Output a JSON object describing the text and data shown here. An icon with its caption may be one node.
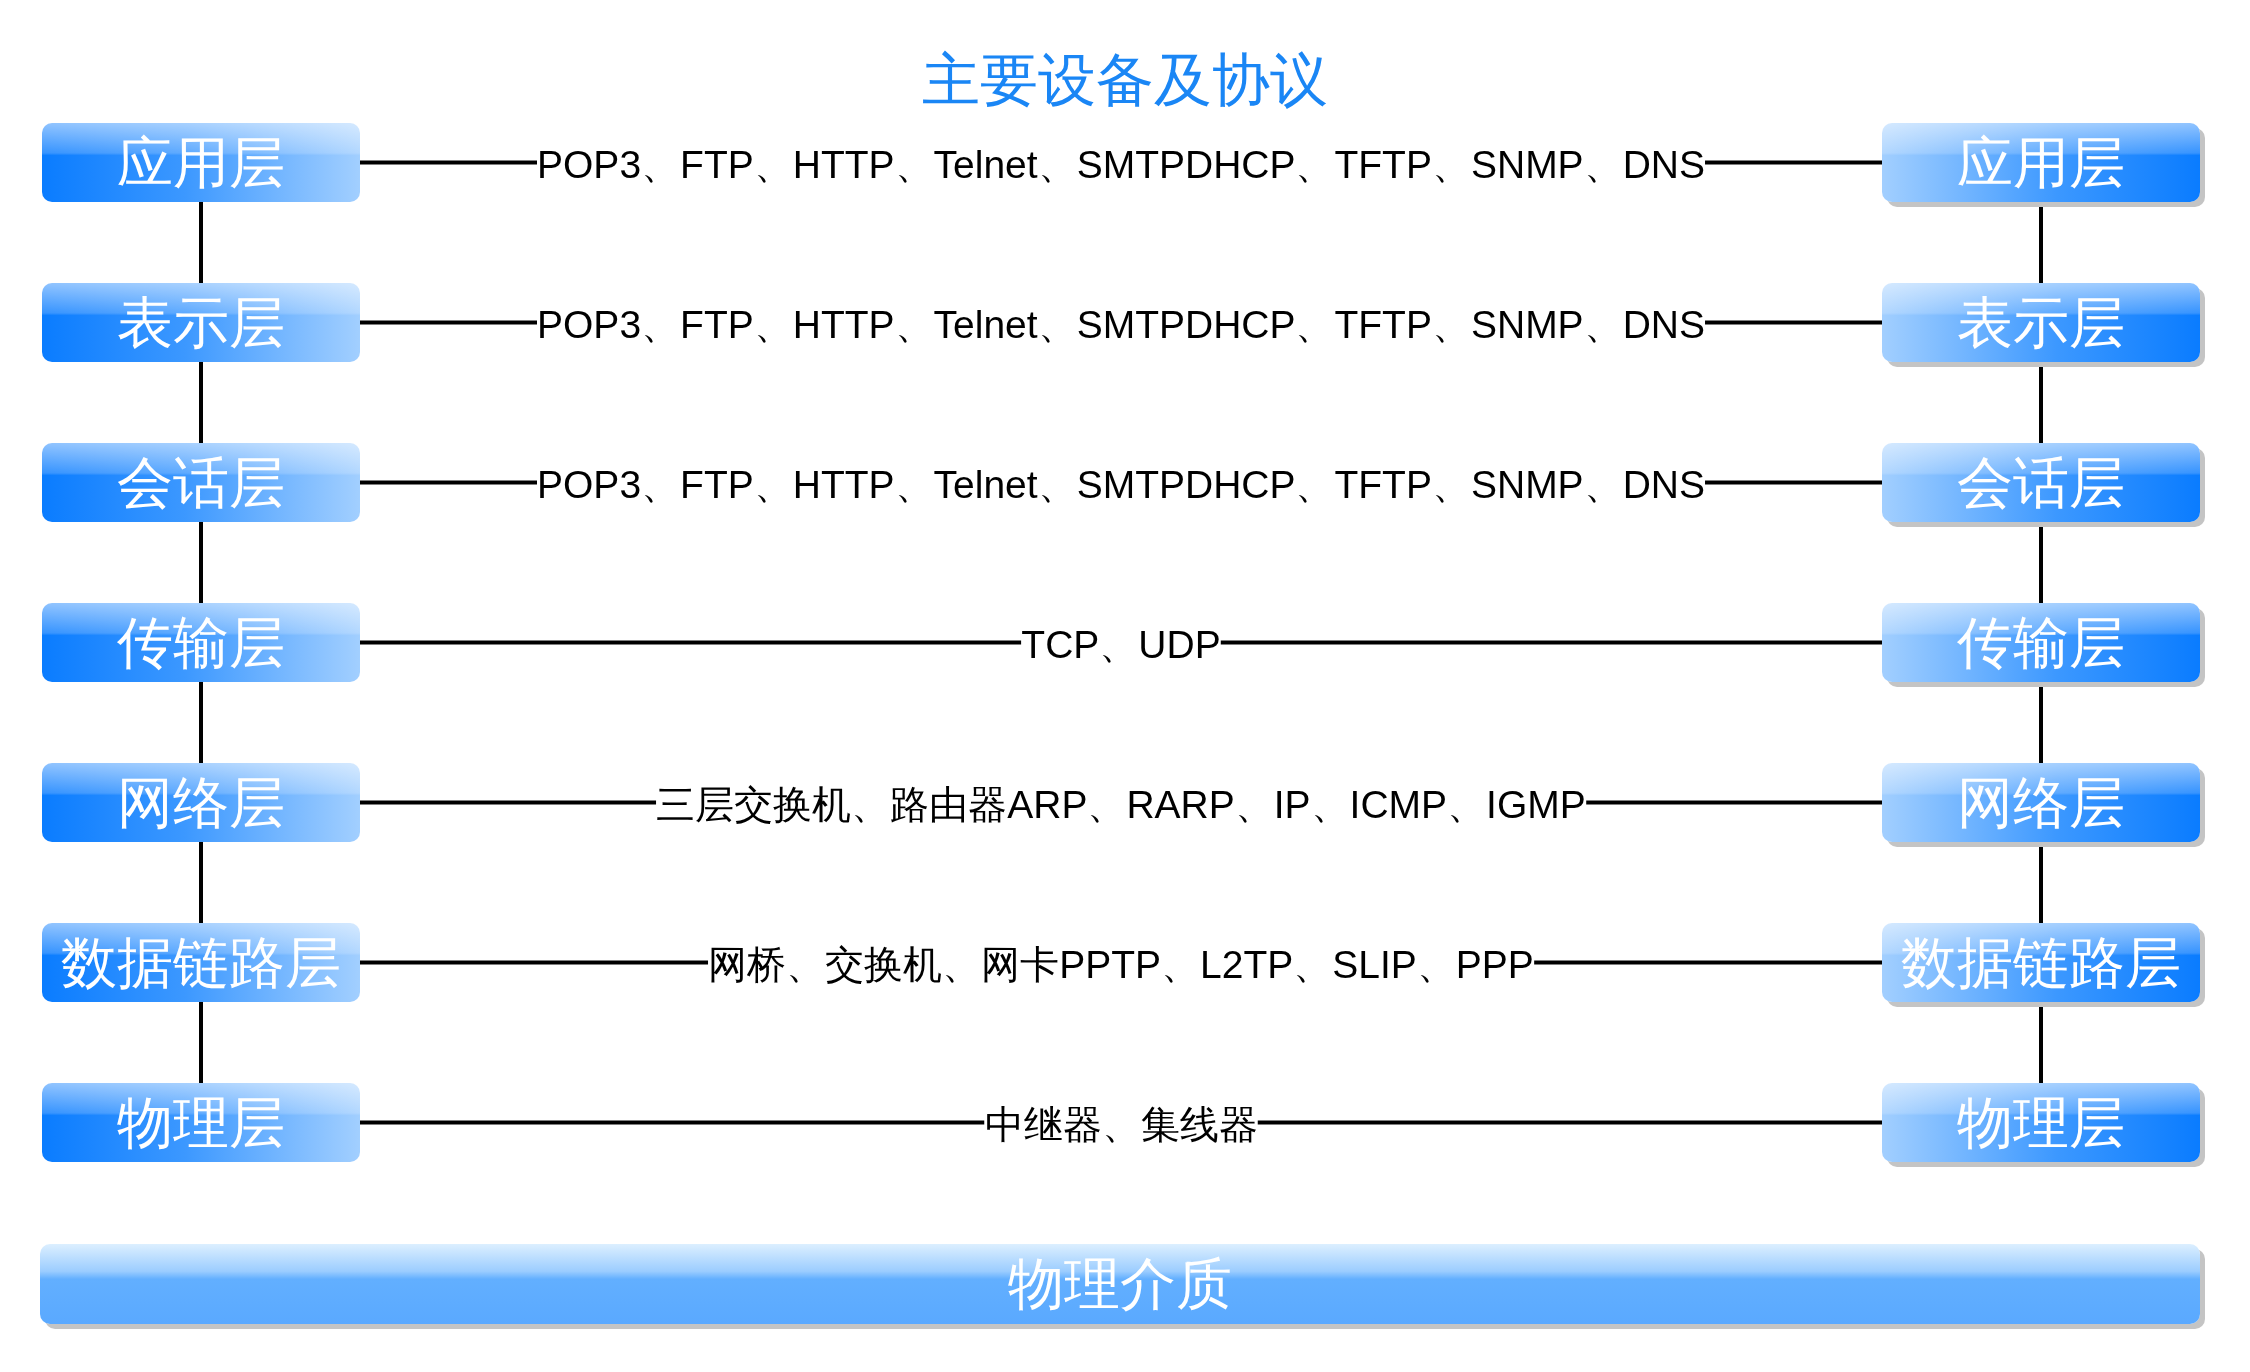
{
  "diagram": {
    "title": "主要设备及协议",
    "nodes": [
      {
        "text": [
          "应用层"
        ]
      },
      {
        "text": [
          "表示层"
        ]
      },
      {
        "text": [
          "会话层"
        ]
      },
      {
        "text": [
          "传输层"
        ]
      },
      {
        "text": [
          "网络层"
        ]
      },
      {
        "text": [
          "数据链路层"
        ]
      },
      {
        "text": [
          "物理层"
        ]
      },
      {
        "text": [
          "应用层"
        ]
      },
      {
        "text": [
          "表示层"
        ]
      },
      {
        "text": [
          "会话层"
        ]
      },
      {
        "text": [
          "传输层"
        ]
      },
      {
        "text": [
          "网络层"
        ]
      },
      {
        "text": [
          "数据链路层"
        ]
      },
      {
        "text": [
          "物理层"
        ]
      },
      {
        "text": [
          "物理介质"
        ]
      }
    ],
    "edges": [
      {
        "from": 0,
        "to": 1,
        "arrow": "none"
      },
      {
        "from": 1,
        "to": 2,
        "arrow": "none"
      },
      {
        "from": 2,
        "to": 3,
        "arrow": "none"
      },
      {
        "from": 3,
        "to": 4,
        "arrow": "none"
      },
      {
        "from": 4,
        "to": 5,
        "arrow": "none"
      },
      {
        "from": 5,
        "to": 6,
        "arrow": "none"
      },
      {
        "from": 7,
        "to": 8,
        "arrow": "none"
      },
      {
        "from": 8,
        "to": 9,
        "arrow": "none"
      },
      {
        "from": 9,
        "to": 10,
        "arrow": "none"
      },
      {
        "from": 10,
        "to": 11,
        "arrow": "none"
      },
      {
        "from": 11,
        "to": 12,
        "arrow": "none"
      },
      {
        "from": 12,
        "to": 13,
        "arrow": "none"
      },
      {
        "from": 0,
        "to": 7,
        "arrow": "none",
        "label": "POP3、FTP、HTTP、Telnet、SMTPDHCP、TFTP、SNMP、DNS"
      },
      {
        "from": 1,
        "to": 8,
        "arrow": "none",
        "label": "POP3、FTP、HTTP、Telnet、SMTPDHCP、TFTP、SNMP、DNS"
      },
      {
        "from": 2,
        "to": 9,
        "arrow": "none",
        "label": "POP3、FTP、HTTP、Telnet、SMTPDHCP、TFTP、SNMP、DNS"
      },
      {
        "from": 3,
        "to": 10,
        "arrow": "none",
        "label": "TCP、UDP"
      },
      {
        "from": 4,
        "to": 11,
        "arrow": "none",
        "label": "三层交换机、路由器ARP、RARP、IP、ICMP、IGMP"
      },
      {
        "from": 5,
        "to": 12,
        "arrow": "none",
        "label": "网桥、交换机、网卡PPTP、L2TP、SLIP、PPP"
      },
      {
        "from": 6,
        "to": 13,
        "arrow": "none",
        "label": "中继器、集线器"
      }
    ]
  }
}
